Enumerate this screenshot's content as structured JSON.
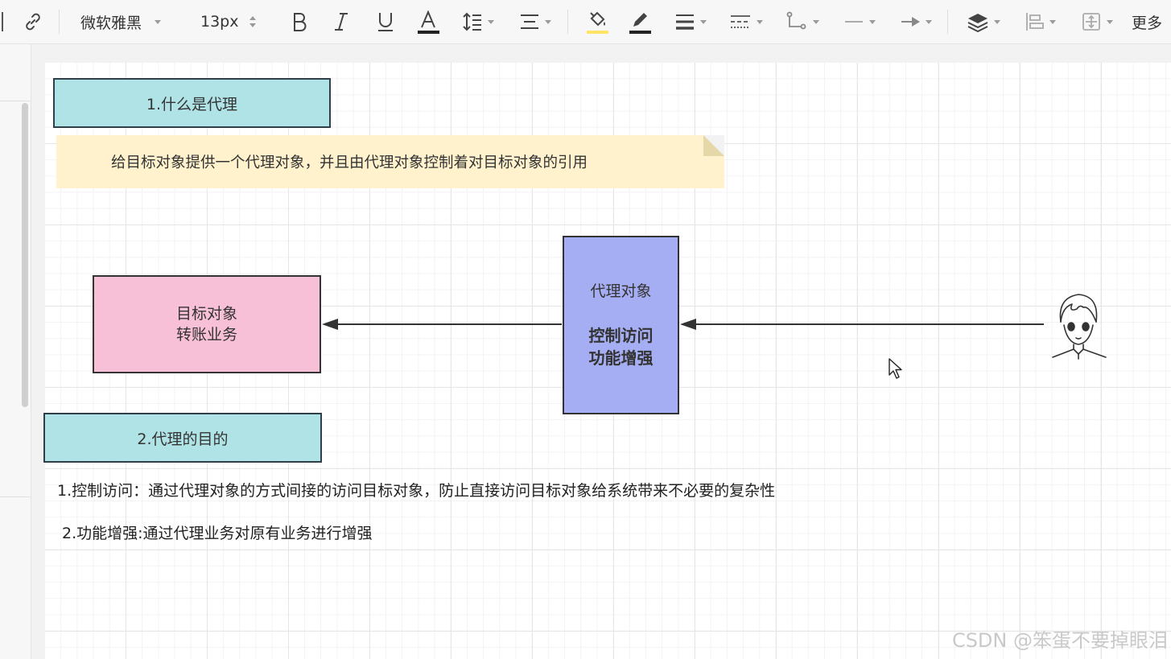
{
  "toolbar": {
    "font_family": "微软雅黑",
    "font_size": "13px",
    "more_label": "更多",
    "icons": [
      "link-icon",
      "bold-icon",
      "italic-icon",
      "underline-icon",
      "font-color-icon",
      "line-height-icon",
      "align-icon",
      "fill-color-icon",
      "line-color-icon",
      "line-width-icon",
      "line-style-icon",
      "connector-icon",
      "line-start-icon",
      "line-end-icon",
      "layers-icon",
      "align-objects-icon",
      "arrange-icon"
    ],
    "accent_colors": {
      "fill_underline": "#ffe566",
      "text_underline": "#222222"
    }
  },
  "diagram": {
    "section1_title": "1.什么是代理",
    "note_text": "给目标对象提供一个代理对象，并且由代理对象控制着对目标对象的引用",
    "target_box": {
      "line1": "目标对象",
      "line2": "转账业务",
      "color": "#f8c0d6"
    },
    "proxy_box": {
      "line1": "代理对象",
      "line2": "控制访问",
      "line3": "功能增强",
      "color": "#a5aef2"
    },
    "section2_title": "2.代理的目的",
    "purpose1": "1.控制访问：通过代理对象的方式间接的访问目标对象，防止直接访问目标对象给系统带来不必要的复杂性",
    "purpose2": "2.功能增强:通过代理业务对原有业务进行增强",
    "title_color": "#b0e3e6",
    "note_color": "#fff2cc"
  },
  "watermark": "CSDN @笨蛋不要掉眼泪"
}
